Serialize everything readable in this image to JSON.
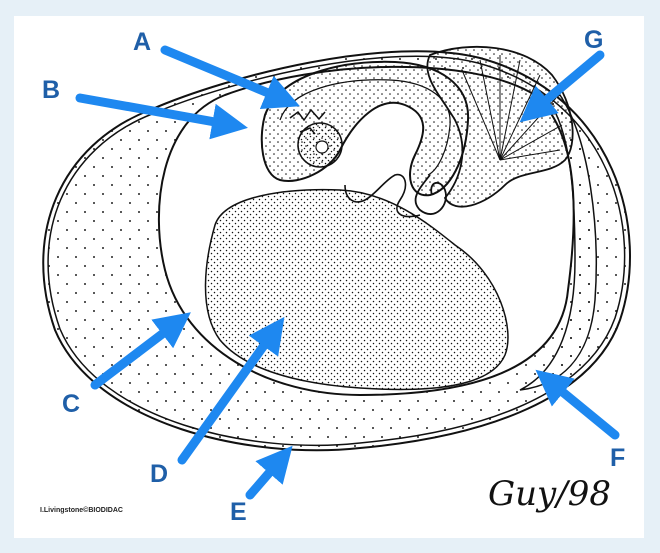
{
  "diagram": {
    "labels": {
      "a": "A",
      "b": "B",
      "c": "C",
      "d": "D",
      "e": "E",
      "f": "F",
      "g": "G"
    },
    "credit": "I.Livingstone©BIODIDAC",
    "signature": "Guy/98",
    "colors": {
      "arrow": "#1e88f0",
      "label": "#1f5fa8",
      "background": "#e6f0f7",
      "ink": "#111111"
    }
  }
}
